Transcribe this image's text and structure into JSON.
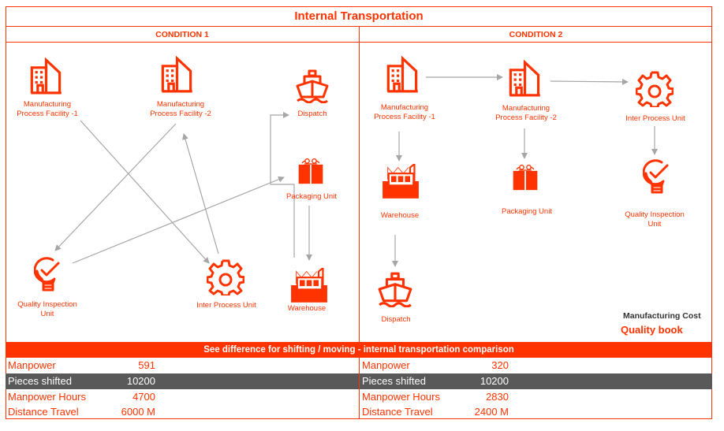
{
  "title": "Internal Transportation",
  "conditions": [
    {
      "heading": "CONDITION 1",
      "nodes": {
        "mpf1": {
          "label_line1": "Manufacturing",
          "label_line2": "Process Facility -1",
          "icon": "building-icon"
        },
        "mpf2": {
          "label_line1": "Manufacturing",
          "label_line2": "Process Facility -2",
          "icon": "building-icon"
        },
        "dispatch": {
          "label": "Dispatch",
          "icon": "ship-icon"
        },
        "packaging": {
          "label": "Packaging Unit",
          "icon": "gift-icon"
        },
        "quality": {
          "label_line1": "Quality Inspection",
          "label_line2": "Unit",
          "icon": "lightbulb-check-icon"
        },
        "inter": {
          "label": "Inter Process Unit",
          "icon": "gear-icon"
        },
        "warehouse": {
          "label": "Warehouse",
          "icon": "factory-icon"
        }
      },
      "flows": [
        "Manufacturing Process Facility -1 → Inter Process Unit",
        "Inter Process Unit → Manufacturing Process Facility -2",
        "Manufacturing Process Facility -2 → Quality Inspection Unit",
        "Quality Inspection Unit → Packaging Unit",
        "Packaging Unit → Warehouse",
        "Warehouse → Dispatch"
      ]
    },
    {
      "heading": "CONDITION 2",
      "nodes": {
        "mpf1": {
          "label_line1": "Manufacturing",
          "label_line2": "Process Facility -1",
          "icon": "building-icon"
        },
        "mpf2": {
          "label_line1": "Manufacturing",
          "label_line2": "Process Facility -2",
          "icon": "building-icon"
        },
        "inter": {
          "label": "Inter Process Unit",
          "icon": "gear-icon"
        },
        "warehouse": {
          "label": "Warehouse",
          "icon": "factory-icon"
        },
        "packaging": {
          "label": "Packaging Unit",
          "icon": "gift-icon"
        },
        "quality": {
          "label_line1": "Quality Inspection",
          "label_line2": "Unit",
          "icon": "lightbulb-check-icon"
        },
        "dispatch": {
          "label": "Dispatch",
          "icon": "ship-icon"
        }
      },
      "flows": [
        "Manufacturing Process Facility -1 → Manufacturing Process Facility -2",
        "Manufacturing Process Facility -2 → Inter Process Unit",
        "Manufacturing Process Facility -1 → Warehouse",
        "Manufacturing Process Facility -2 → Packaging Unit",
        "Inter Process Unit → Quality Inspection Unit",
        "Warehouse → Dispatch"
      ]
    }
  ],
  "banner": "See difference for shifting / moving - internal transportation comparison",
  "metrics": [
    {
      "rows": [
        {
          "label": "Manpower",
          "value": "591"
        },
        {
          "label": "Pieces  shifted",
          "value": "10200"
        },
        {
          "label": "Manpower Hours",
          "value": "4700"
        },
        {
          "label": "Distance Travel",
          "value": "6000 M"
        }
      ]
    },
    {
      "rows": [
        {
          "label": "Manpower",
          "value": "320"
        },
        {
          "label": "Pieces  shifted",
          "value": "10200"
        },
        {
          "label": "Manpower Hours",
          "value": "2830"
        },
        {
          "label": "Distance Travel",
          "value": "2400 M"
        }
      ]
    }
  ],
  "logo": {
    "line1": "Manufacturing  Cost",
    "line2": "Quality book"
  },
  "colors": {
    "accent": "#ff3300",
    "dark_row": "#595959",
    "arrow": "#a6a6a6"
  }
}
